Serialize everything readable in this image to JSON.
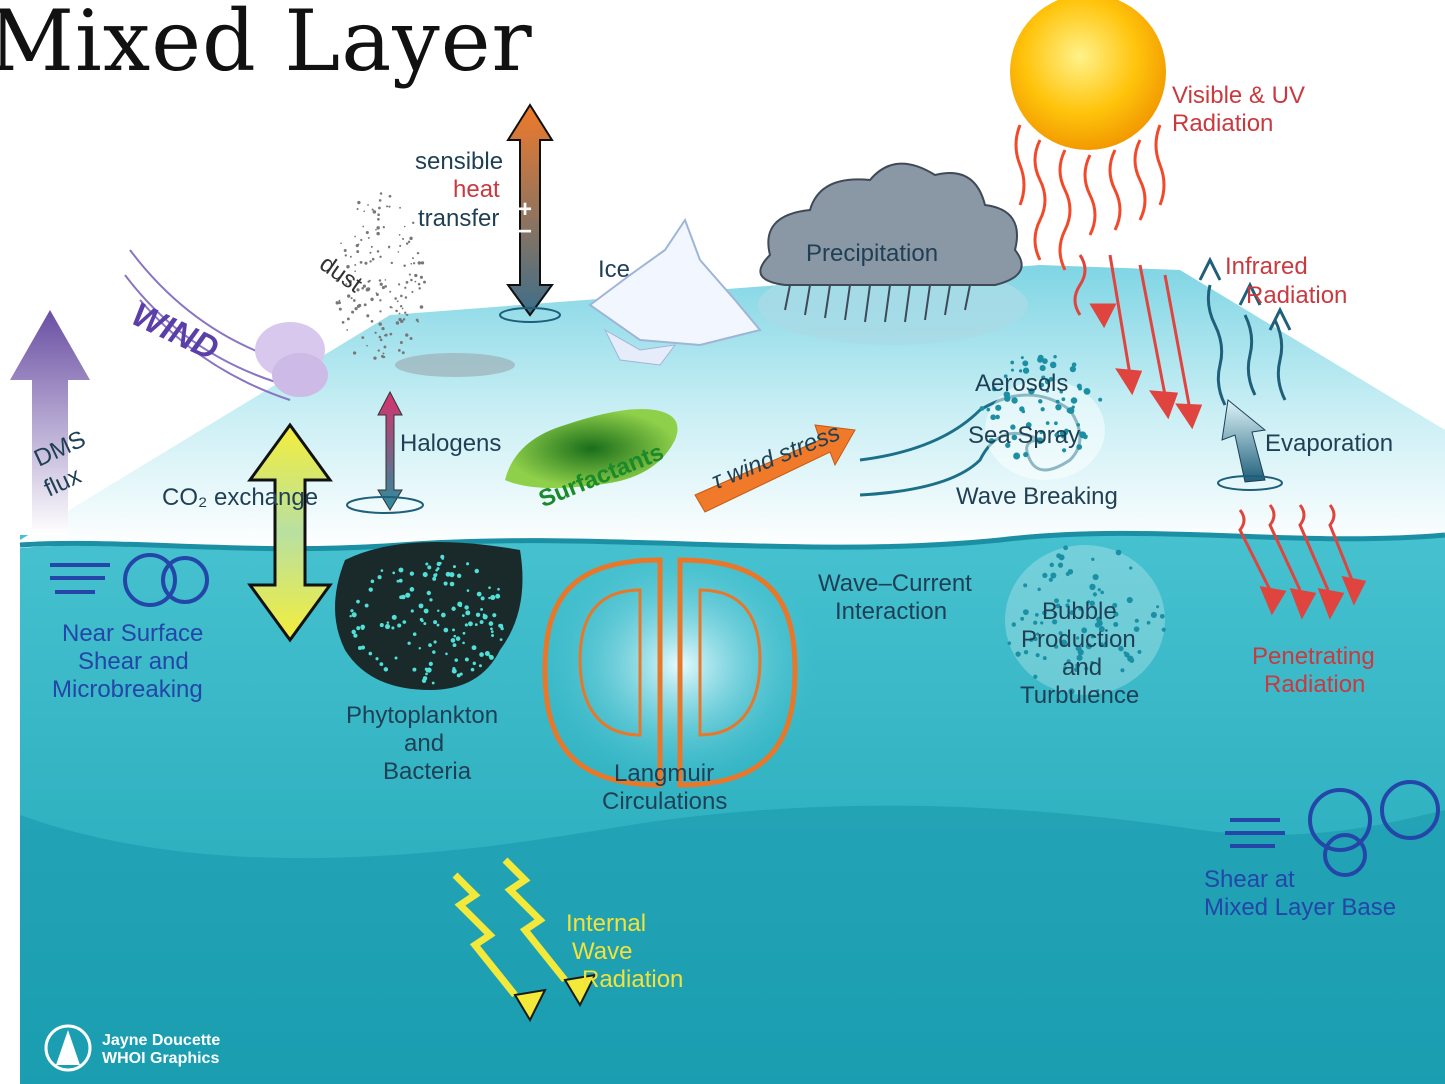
{
  "title": "Mixed Layer",
  "labels": {
    "sensible": "sensible",
    "heat": "heat",
    "transfer": "transfer",
    "plus": "+",
    "minus": "−",
    "dust": "dust",
    "wind": "WIND",
    "ice": "Ice",
    "precipitation": "Precipitation",
    "visible_uv_1": "Visible & UV",
    "visible_uv_2": "Radiation",
    "infrared_1": "Infrared",
    "infrared_2": "Radiation",
    "dms_1": "DMS",
    "dms_2": "flux",
    "halogens": "Halogens",
    "co2_exchange": "CO₂ exchange",
    "surfactants": "Surfactants",
    "wind_stress": "τ wind stress",
    "aerosols": "Aerosols",
    "sea_spray": "Sea Spray",
    "wave_breaking": "Wave Breaking",
    "evaporation": "Evaporation",
    "near_surface_1": "Near Surface",
    "near_surface_2": "Shear and",
    "near_surface_3": "Microbreaking",
    "phyto_1": "Phytoplankton",
    "phyto_2": "and",
    "phyto_3": "Bacteria",
    "langmuir_1": "Langmuir",
    "langmuir_2": "Circulations",
    "wave_current_1": "Wave–Current",
    "wave_current_2": "Interaction",
    "bubble_1": "Bubble",
    "bubble_2": "Production",
    "bubble_3": "and",
    "bubble_4": "Turbulence",
    "penetrating_1": "Penetrating",
    "penetrating_2": "Radiation",
    "shear_base_1": "Shear at",
    "shear_base_2": "Mixed Layer Base",
    "internal_1": "Internal",
    "internal_2": "Wave",
    "internal_3": "Radiation",
    "credit_1": "Jayne Doucette",
    "credit_2": "WHOI Graphics"
  },
  "colors": {
    "sea_top": "#bfe8f0",
    "sea_body": "#2fb3c3",
    "sea_deep": "#1aa3b4",
    "sun": "#ffcc00",
    "radiation_red": "#e0443f",
    "arrow_orange": "#f07a2a",
    "arrow_yellow": "#f3e93a",
    "text_dark": "#1f3f55",
    "text_red": "#c83a3f",
    "text_blue": "#2346a8"
  }
}
